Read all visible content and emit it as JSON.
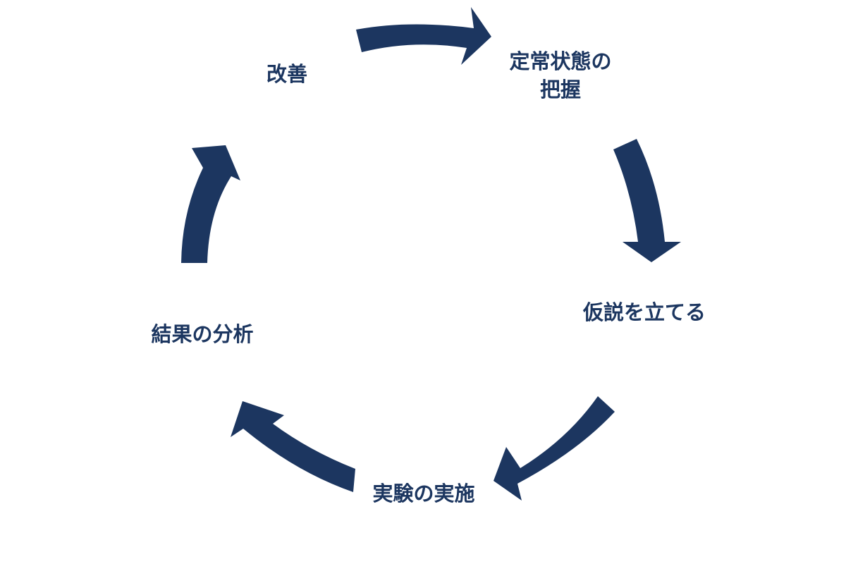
{
  "colors": {
    "arrow": "#1c3660",
    "text": "#1c3660",
    "background": "#ffffff"
  },
  "steps": [
    {
      "id": "understand",
      "lines": [
        "定常状態の",
        "把握"
      ]
    },
    {
      "id": "hypothesis",
      "lines": [
        "仮説を立てる"
      ]
    },
    {
      "id": "experiment",
      "lines": [
        "実験の実施"
      ]
    },
    {
      "id": "analysis",
      "lines": [
        "結果の分析"
      ]
    },
    {
      "id": "improve",
      "lines": [
        "改善"
      ]
    }
  ],
  "arrow_icon": "curved-arrow-icon"
}
